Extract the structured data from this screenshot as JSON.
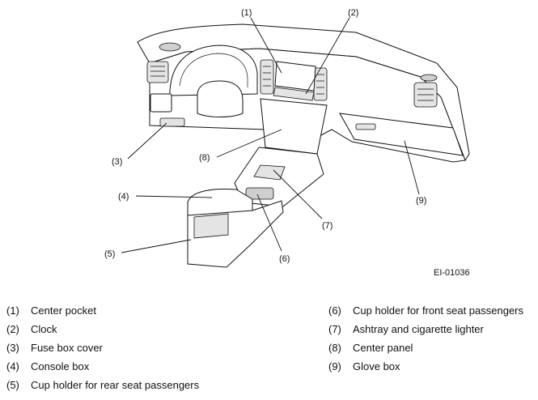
{
  "diagram": {
    "figure_id": "EI-01036",
    "callouts": [
      {
        "n": "1",
        "text": "(1)"
      },
      {
        "n": "2",
        "text": "(2)"
      },
      {
        "n": "3",
        "text": "(3)"
      },
      {
        "n": "4",
        "text": "(4)"
      },
      {
        "n": "5",
        "text": "(5)"
      },
      {
        "n": "6",
        "text": "(6)"
      },
      {
        "n": "7",
        "text": "(7)"
      },
      {
        "n": "8",
        "text": "(8)"
      },
      {
        "n": "9",
        "text": "(9)"
      }
    ]
  },
  "legend": {
    "left": [
      {
        "num": "(1)",
        "label": "Center pocket"
      },
      {
        "num": "(2)",
        "label": "Clock"
      },
      {
        "num": "(3)",
        "label": "Fuse box cover"
      },
      {
        "num": "(4)",
        "label": "Console box"
      },
      {
        "num": "(5)",
        "label": "Cup holder for rear seat passengers"
      }
    ],
    "right": [
      {
        "num": "(6)",
        "label": "Cup holder for front seat passengers"
      },
      {
        "num": "(7)",
        "label": "Ashtray and cigarette lighter"
      },
      {
        "num": "(8)",
        "label": "Center panel"
      },
      {
        "num": "(9)",
        "label": "Glove box"
      }
    ]
  }
}
